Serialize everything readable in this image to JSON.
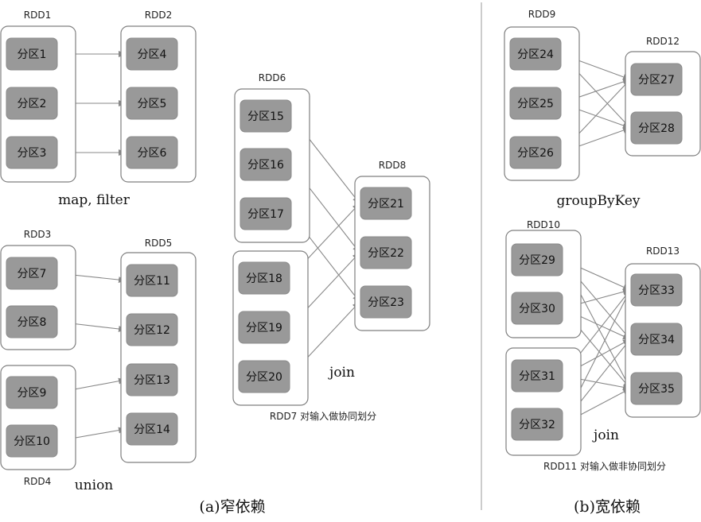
{
  "rdds": [
    {
      "id": "RDD1",
      "label": "RDD1",
      "partitions": [
        "分区1",
        "分区2",
        "分区3"
      ]
    },
    {
      "id": "RDD2",
      "label": "RDD2",
      "partitions": [
        "分区4",
        "分区5",
        "分区6"
      ]
    },
    {
      "id": "RDD3",
      "label": "RDD3",
      "partitions": [
        "分区7",
        "分区8"
      ]
    },
    {
      "id": "RDD4",
      "label": "RDD4",
      "partitions": [
        "分区9",
        "分区10"
      ]
    },
    {
      "id": "RDD5",
      "label": "RDD5",
      "partitions": [
        "分区11",
        "分区12",
        "分区13",
        "分区14"
      ]
    },
    {
      "id": "RDD6",
      "label": "RDD6",
      "partitions": [
        "分区15",
        "分区16",
        "分区17"
      ]
    },
    {
      "id": "RDD7",
      "label": "RDD7  对输入做协同划分",
      "partitions": [
        "分区18",
        "分区19",
        "分区20"
      ]
    },
    {
      "id": "RDD8",
      "label": "RDD8",
      "partitions": [
        "分区21",
        "分区22",
        "分区23"
      ]
    },
    {
      "id": "RDD9",
      "label": "RDD9",
      "partitions": [
        "分区24",
        "分区25",
        "分区26"
      ]
    },
    {
      "id": "RDD12",
      "label": "RDD12",
      "partitions": [
        "分区27",
        "分区28"
      ]
    },
    {
      "id": "RDD10",
      "label": "RDD10",
      "partitions": [
        "分区29",
        "分区30"
      ]
    },
    {
      "id": "RDD11",
      "label": "RDD11  对输入做非协同划分",
      "partitions": [
        "分区31",
        "分区32"
      ]
    },
    {
      "id": "RDD13",
      "label": "RDD13",
      "partitions": [
        "分区33",
        "分区34",
        "分区35"
      ]
    }
  ],
  "operations": [
    {
      "id": "mapfilter",
      "label": "map, filter"
    },
    {
      "id": "union",
      "label": "union"
    },
    {
      "id": "join_narrow",
      "label": "join"
    },
    {
      "id": "groupbykey",
      "label": "groupByKey"
    },
    {
      "id": "join_wide",
      "label": "join"
    }
  ],
  "captions": {
    "narrow": "(a)窄依赖",
    "wide": "(b)宽依赖"
  },
  "edges": [
    [
      "分区1",
      "分区4"
    ],
    [
      "分区2",
      "分区5"
    ],
    [
      "分区3",
      "分区6"
    ],
    [
      "分区7",
      "分区11"
    ],
    [
      "分区8",
      "分区12"
    ],
    [
      "分区9",
      "分区13"
    ],
    [
      "分区10",
      "分区14"
    ],
    [
      "分区15",
      "分区21"
    ],
    [
      "分区16",
      "分区22"
    ],
    [
      "分区17",
      "分区23"
    ],
    [
      "分区18",
      "分区21"
    ],
    [
      "分区19",
      "分区22"
    ],
    [
      "分区20",
      "分区23"
    ],
    [
      "分区24",
      "分区27"
    ],
    [
      "分区24",
      "分区28"
    ],
    [
      "分区25",
      "分区27"
    ],
    [
      "分区25",
      "分区28"
    ],
    [
      "分区26",
      "分区27"
    ],
    [
      "分区26",
      "分区28"
    ],
    [
      "分区29",
      "分区33"
    ],
    [
      "分区29",
      "分区34"
    ],
    [
      "分区29",
      "分区35"
    ],
    [
      "分区30",
      "分区33"
    ],
    [
      "分区30",
      "分区34"
    ],
    [
      "分区30",
      "分区35"
    ],
    [
      "分区31",
      "分区33"
    ],
    [
      "分区31",
      "分区34"
    ],
    [
      "分区31",
      "分区35"
    ],
    [
      "分区32",
      "分区33"
    ],
    [
      "分区32",
      "分区34"
    ],
    [
      "分区32",
      "分区35"
    ]
  ]
}
